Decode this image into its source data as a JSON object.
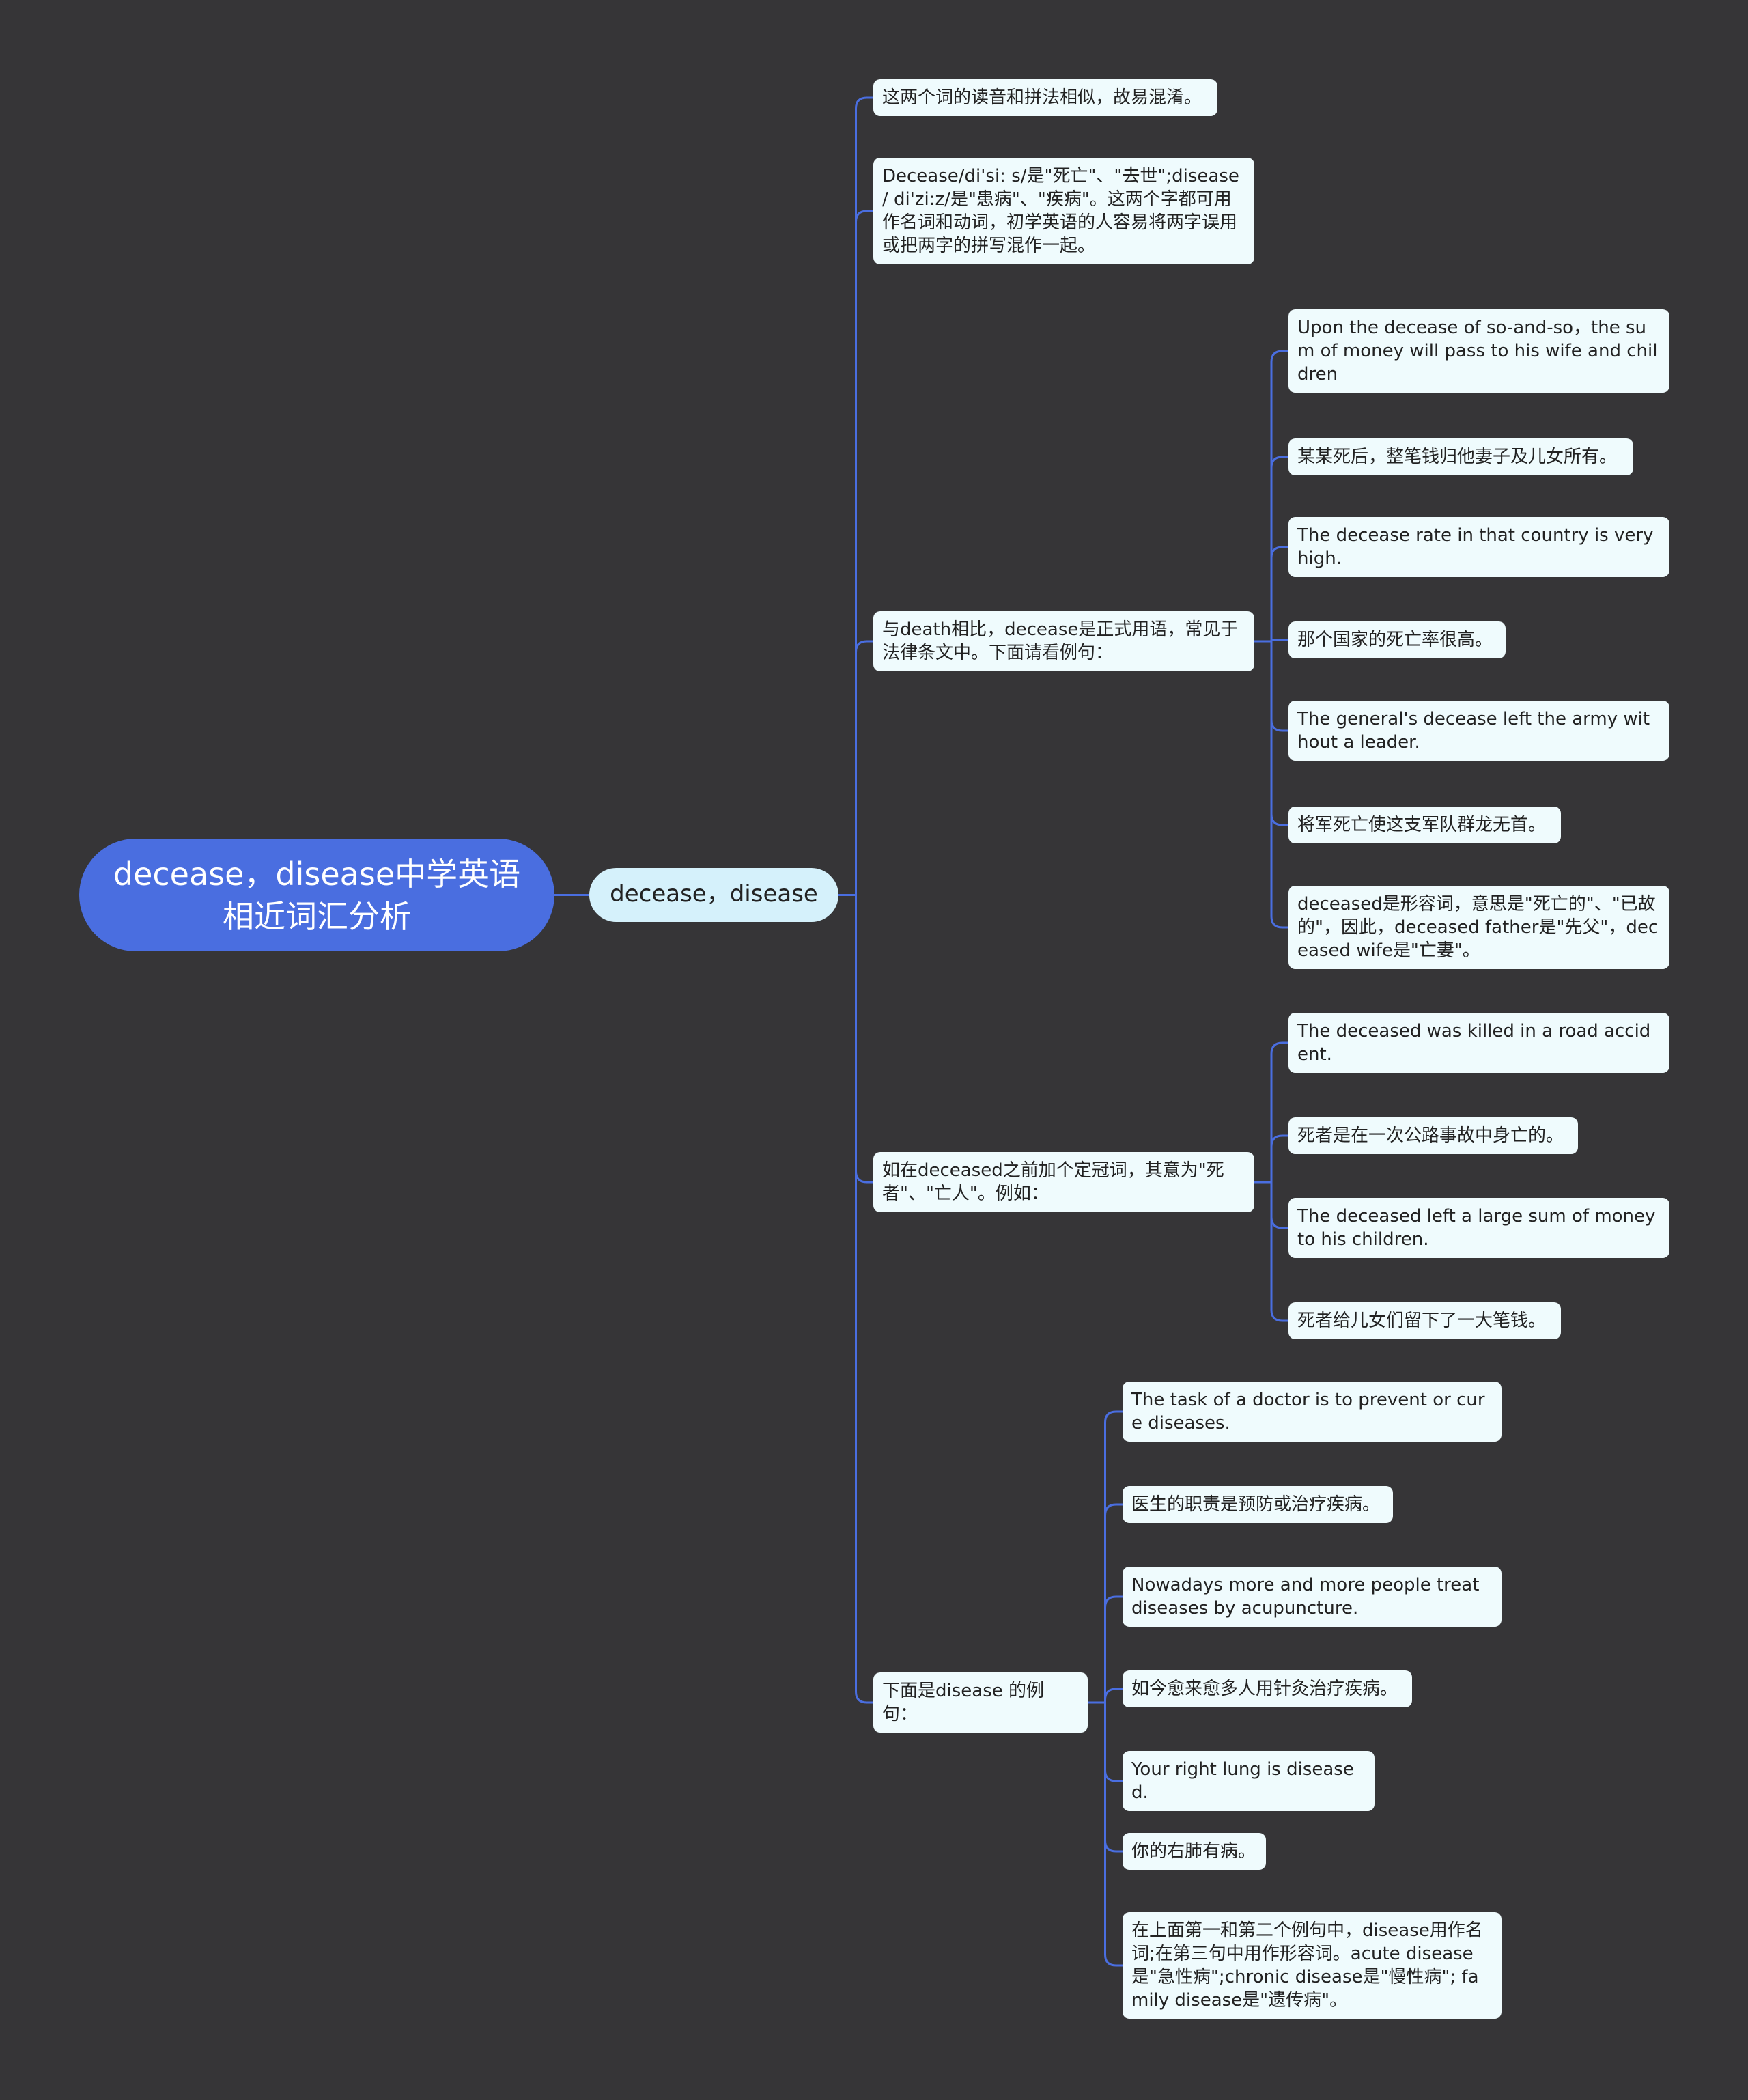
{
  "root": "decease，disease中学英语相近词汇分析",
  "branch": "decease，disease",
  "nodes": {
    "n1": "这两个词的读音和拼法相似，故易混淆。",
    "n2": "Decease/di'si: s/是\"死亡\"、\"去世\";disease / di'zi:z/是\"患病\"、\"疾病\"。这两个字都可用作名词和动词，初学英语的人容易将两字误用或把两字的拼写混作一起。",
    "n3": "与death相比，decease是正式用语，常见于法律条文中。下面请看例句：",
    "n4": "如在deceased之前加个定冠词，其意为\"死者\"、\"亡人\"。例如：",
    "n5": "下面是disease 的例句：",
    "a": "Upon the decease of so-and-so，the sum of money will pass to his wife and children",
    "b": "某某死后，整笔钱归他妻子及儿女所有。",
    "c": "The decease rate in that country is very high.",
    "d": "那个国家的死亡率很高。",
    "e": "The general's decease left the army without a leader.",
    "f": "将军死亡使这支军队群龙无首。",
    "g": "deceased是形容词，意思是\"死亡的\"、\"已故的\"，因此，deceased father是\"先父\"，deceased wife是\"亡妻\"。",
    "h": "The deceased was killed in a road accident.",
    "i": "死者是在一次公路事故中身亡的。",
    "j": "The deceased left a large sum of money to his children.",
    "k": "死者给儿女们留下了一大笔钱。",
    "l": "The task of a doctor is to prevent or cure diseases.",
    "m": "医生的职责是预防或治疗疾病。",
    "n": "Nowadays more and more people treat diseases by acupuncture.",
    "o": "如今愈来愈多人用针灸治疗疾病。",
    "p": "Your right lung is diseased.",
    "q": "你的右肺有病。",
    "r": "在上面第一和第二个例句中，disease用作名词;在第三句中用作形容词。acute disease是\"急性病\";chronic disease是\"慢性病\"; family disease是\"遗传病\"。"
  },
  "colors": {
    "background": "#363537",
    "root": "#4a6ee0",
    "branch": "#d5f1fb",
    "leaf": "#effbfd",
    "edge": "#4a6ee0"
  }
}
